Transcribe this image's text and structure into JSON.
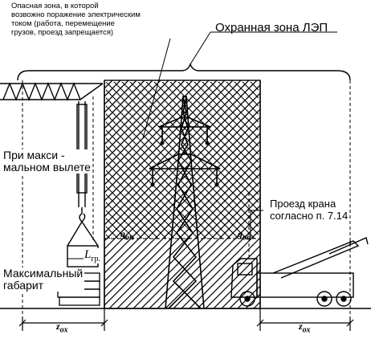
{
  "labels": {
    "danger_zone_note": [
      "Опасная зона, в которой",
      "возвожно поражение электрическим",
      "током (работа, перемещение",
      "грузов, проезд запрещается)"
    ],
    "protection_zone": "Охранная зона ЛЭП",
    "max_reach": [
      "При макси -",
      "мальном вылете"
    ],
    "crane_passage": [
      "Проезд крана",
      "согласно п. 7.14"
    ],
    "max_dimension": [
      "Максимальный",
      "габарит"
    ],
    "load_length": "L",
    "load_length_sub": "гр.",
    "safe_gap": "g",
    "safe_gap_sub": "оп",
    "zone_width": "z",
    "zone_width_sub": "ох"
  }
}
